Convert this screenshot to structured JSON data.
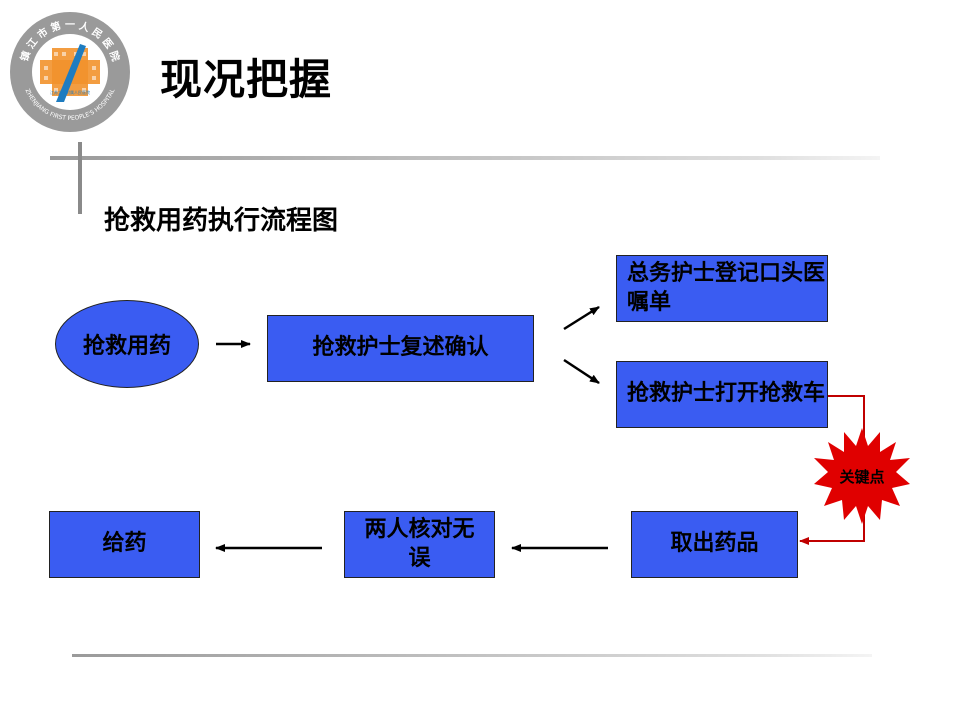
{
  "header": {
    "title": "现况把握",
    "logo": {
      "name": "镇江市第一人民医院",
      "ring_text": "镇 江 市 第 一 人 民 医 院",
      "ring_text_en": "ZHENJIANG FIRST PEOPLE'S HOSPITAL",
      "inner_text": "江苏大学附属人民医院",
      "colors": {
        "ring": "#9a9a9a",
        "orange": "#f2922c",
        "blue": "#1e7cc0"
      }
    }
  },
  "subtitle": "抢救用药执行流程图",
  "flow": {
    "start": "抢救用药",
    "confirm": "抢救护士复述确认",
    "register": "总务护士登记口头医嘱单",
    "open_cart": "抢救护士打开抢救车",
    "take_out": "取出药品",
    "double_check": "两人核对无误",
    "give": "给药",
    "key_point": "关键点"
  },
  "colors": {
    "box_fill": "#3a5cf2",
    "key_line": "#c00000",
    "burst": "#e00000"
  }
}
